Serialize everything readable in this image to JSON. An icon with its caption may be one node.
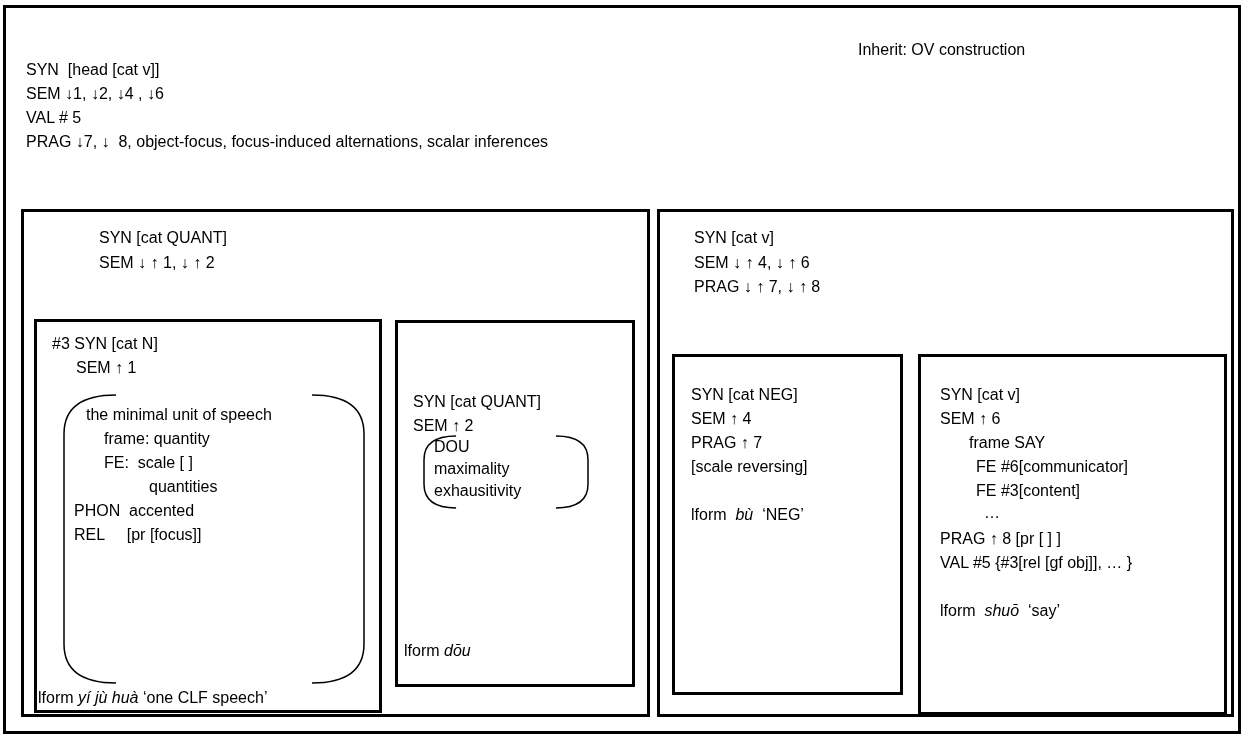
{
  "diagram": {
    "nodes": [
      {
        "text": [
          "SYN  [head [cat v]]",
          "SEM ↓1, ↓2, ↓4 , ↓6",
          "VAL # 5",
          "PRAG ↓7, ↓  8, object-focus, focus-induced alternations, scalar inferences",
          "Inherit: OV construction"
        ]
      },
      {
        "text": [
          "SYN [cat QUANT]",
          "SEM ↓ ↑ 1, ↓ ↑ 2"
        ],
        "in": 0
      },
      {
        "text": [
          "#3 SYN [cat N]",
          "SEM ↑ 1",
          "lform *yí jù huà* ‘one CLF speech’"
        ],
        "in": 1
      },
      {
        "text": [
          "the minimal unit of speech",
          "frame: quantity",
          "FE:  scale [ ]",
          "quantities",
          "PHON  accented",
          "REL     [pr [focus]]"
        ],
        "in": 2
      },
      {
        "text": [
          "SYN [cat QUANT]",
          "SEM ↑ 2",
          "lform *dōu*"
        ],
        "in": 1
      },
      {
        "text": [
          "DOU",
          "maximality",
          "exhausitivity"
        ],
        "in": 4
      },
      {
        "text": [
          "SYN [cat v]",
          "SEM ↓ ↑ 4, ↓ ↑ 6",
          "PRAG ↓ ↑ 7, ↓ ↑ 8"
        ],
        "in": 0
      },
      {
        "text": [
          "SYN [cat NEG]",
          "SEM ↑ 4",
          "PRAG ↑ 7",
          "[scale reversing]",
          "lform  *bù*  ‘NEG’"
        ],
        "in": 6
      },
      {
        "text": [
          "SYN [cat v]",
          "SEM ↑ 6",
          "frame SAY",
          "FE #6[communicator]",
          "FE #3[content]",
          "…",
          "PRAG ↑ 8 [pr [ ] ]",
          "VAL #5 {#3[rel [gf obj]], … }",
          "lform  *shuō*  ‘say’"
        ],
        "in": 6
      }
    ]
  }
}
